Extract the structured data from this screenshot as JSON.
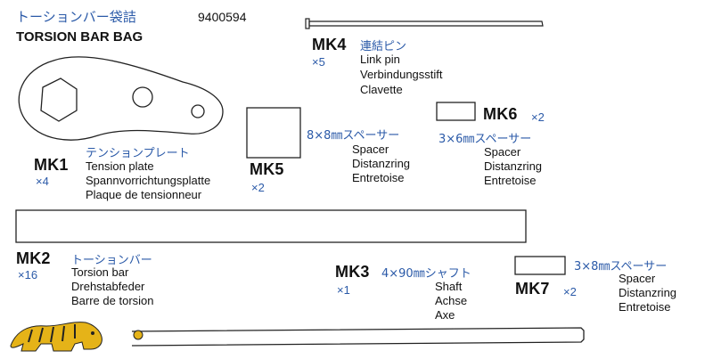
{
  "header": {
    "title_jp": "トーションバー袋詰",
    "title_en": "TORSION BAR BAG",
    "part_number": "9400594"
  },
  "parts": {
    "mk1": {
      "code": "MK1",
      "qty": "×4",
      "name_jp": "テンションプレート",
      "name_en": "Tension plate",
      "name_de": "Spannvorrichtungsplatte",
      "name_fr": "Plaque de tensionneur"
    },
    "mk2": {
      "code": "MK2",
      "qty": "×16",
      "name_jp": "トーションバー",
      "name_en": "Torsion bar",
      "name_de": "Drehstabfeder",
      "name_fr": "Barre de torsion"
    },
    "mk3": {
      "code": "MK3",
      "qty": "×1",
      "name_jp": "4×90㎜シャフト",
      "name_en": "Shaft",
      "name_de": "Achse",
      "name_fr": "Axe"
    },
    "mk4": {
      "code": "MK4",
      "qty": "×5",
      "name_jp": "連結ピン",
      "name_en": "Link pin",
      "name_de": "Verbindungsstift",
      "name_fr": "Clavette"
    },
    "mk5": {
      "code": "MK5",
      "qty": "×2",
      "name_jp": "8×8㎜スペーサー",
      "name_en": "Spacer",
      "name_de": "Distanzring",
      "name_fr": "Entretoise"
    },
    "mk6": {
      "code": "MK6",
      "qty": "×2",
      "name_jp": "3×6㎜スペーサー",
      "name_en": "Spacer",
      "name_de": "Distanzring",
      "name_fr": "Entretoise"
    },
    "mk7": {
      "code": "MK7",
      "qty": "×2",
      "name_jp": "3×8㎜スペーサー",
      "name_en": "Spacer",
      "name_de": "Distanzring",
      "name_fr": "Entretoise"
    }
  },
  "colors": {
    "japanese_text": "#2b5aa8",
    "outline": "#222222",
    "logo": "#e5b318"
  },
  "icons": [
    "tamiya-tiger-logo"
  ]
}
